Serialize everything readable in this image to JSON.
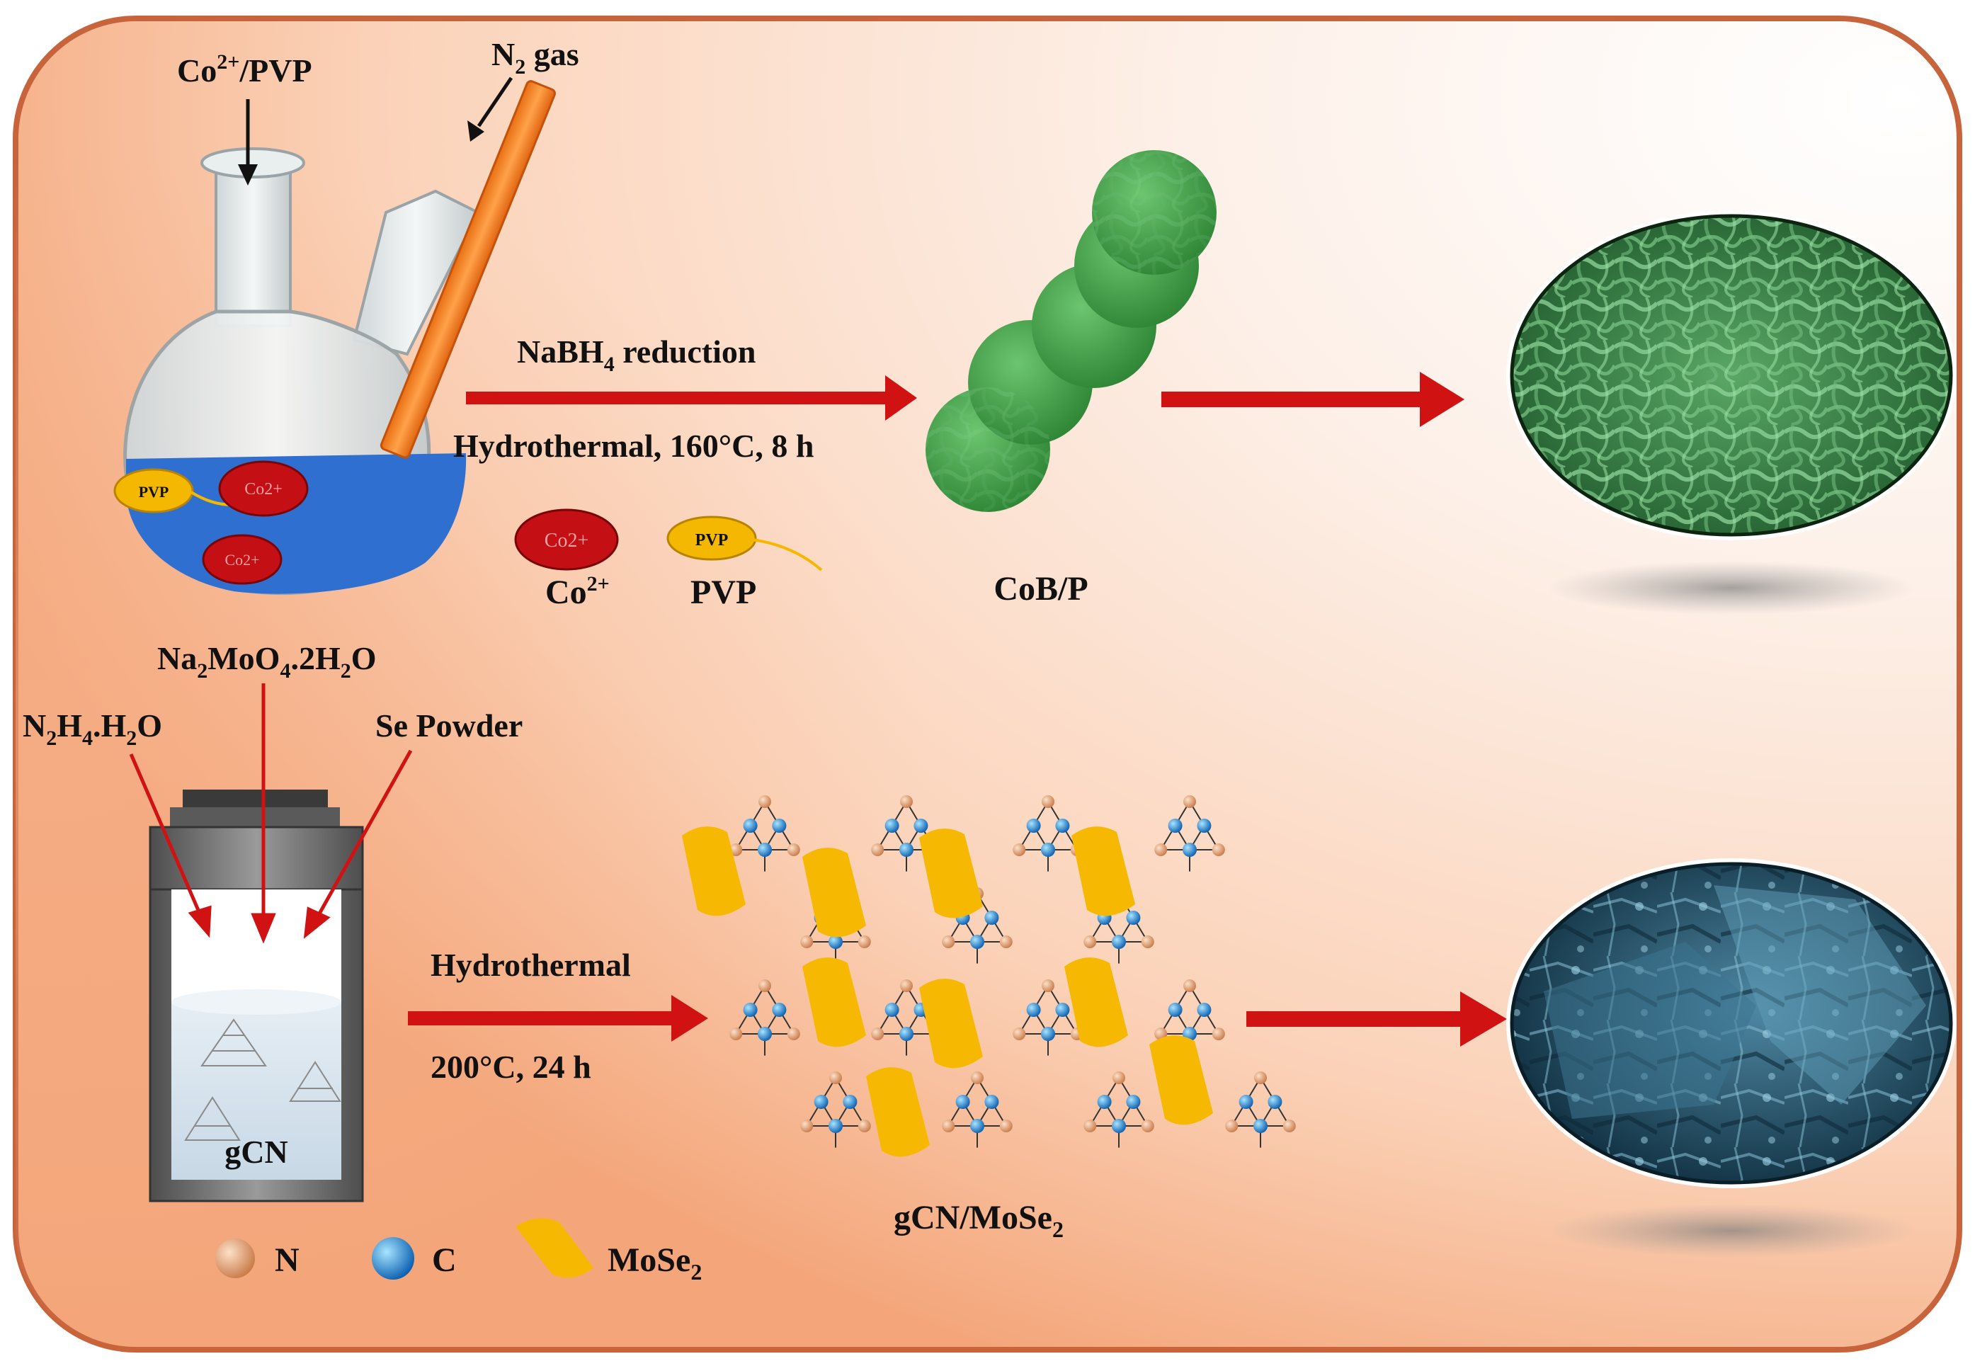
{
  "top": {
    "co_pvp": "Co",
    "co_pvp_sup": "2+",
    "co_pvp_tail": "/PVP",
    "n2": "N",
    "n2_sub": "2",
    "n2_tail": " gas",
    "nabh4_a": "NaBH",
    "nabh4_sub": "4",
    "nabh4_b": " reduction",
    "hydro": "Hydrothermal, 160°C, 8 h",
    "co_ion": "Co",
    "co_ion_sup": "2+",
    "pvp": "PVP",
    "cobp": "CoB/P",
    "chip_pvp": "PVP",
    "chip_co": "Co2+"
  },
  "bottom": {
    "n2h4_a": "N",
    "n2h4_s1": "2",
    "n2h4_b": "H",
    "n2h4_s2": "4",
    "n2h4_c": ".H",
    "n2h4_s3": "2",
    "n2h4_d": "O",
    "na_a": "Na",
    "na_s1": "2",
    "na_b": "MoO",
    "na_s2": "4",
    "na_c": ".2H",
    "na_s3": "2",
    "na_d": "O",
    "se": "Se Powder",
    "hydro": "Hydrothermal",
    "cond": "200°C, 24 h",
    "gcn": "gCN",
    "product_a": "gCN/MoSe",
    "product_sub": "2",
    "legend_n": "N",
    "legend_c": "C",
    "legend_mose_a": "MoSe",
    "legend_mose_sub": "2"
  },
  "colors": {
    "frame": "#c8643c",
    "arrow": "#d01212",
    "bead": "#3f9a45",
    "sem_green": "#3e8a4c",
    "sem_blue": "#2e5d74",
    "solution": "#2f6fd0",
    "co_ion": "#c40f14",
    "pvp": "#f5b800",
    "mose2": "#f6b800",
    "n_atom": "#e7a77a",
    "c_atom": "#1a8ad8"
  }
}
